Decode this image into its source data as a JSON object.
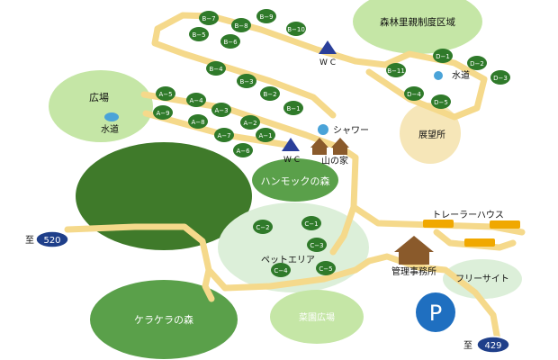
{
  "areas": {
    "forest_parent_child": "森林里親制度区域",
    "plaza": "広場",
    "observation": "展望所",
    "hammock_forest": "ハンモックの森",
    "pet_area": "ペットエリア",
    "kerakera_forest": "ケラケラの森",
    "vegetable_plaza": "菜園広場",
    "free_site": "フリーサイト"
  },
  "facilities": {
    "water_left": "水道",
    "water_right": "水道",
    "shower": "シャワー",
    "wc_top": "W C",
    "wc_mid": "W C",
    "mountain_house": "山の家",
    "management_office": "管理事務所",
    "trailer_house": "トレーラーハウス",
    "parking": "P"
  },
  "roads": {
    "to_left_prefix": "至",
    "to_left_number": "520",
    "to_bottom_prefix": "至",
    "to_bottom_number": "429"
  },
  "sites": {
    "A": [
      "A−1",
      "A−2",
      "A−3",
      "A−4",
      "A−5",
      "A−6",
      "A−7",
      "A−8",
      "A−9"
    ],
    "B": [
      "B−1",
      "B−2",
      "B−3",
      "B−4",
      "B−5",
      "B−6",
      "B−7",
      "B−8",
      "B−9",
      "B−10",
      "B−11"
    ],
    "C": [
      "C−1",
      "C−2",
      "C−3",
      "C−4",
      "C−5"
    ],
    "D": [
      "D−1",
      "D−2",
      "D−3",
      "D−4",
      "D−5"
    ]
  },
  "colors": {
    "road": "#f5d98b",
    "site_green": "#2f7a2a",
    "forest_dark": "#3f7a2a",
    "forest_mid": "#5aa04a",
    "light_green": "#c5e6a6",
    "pale_green": "#dcefd9",
    "cream": "#f6e6b8",
    "trailer": "#f0a800",
    "house_brown": "#8a5a2b",
    "wc_blue": "#2a3f9a",
    "water_blue": "#4aa3d8",
    "parking_blue": "#1f6fc0",
    "route_blue": "#1f3f8a"
  }
}
